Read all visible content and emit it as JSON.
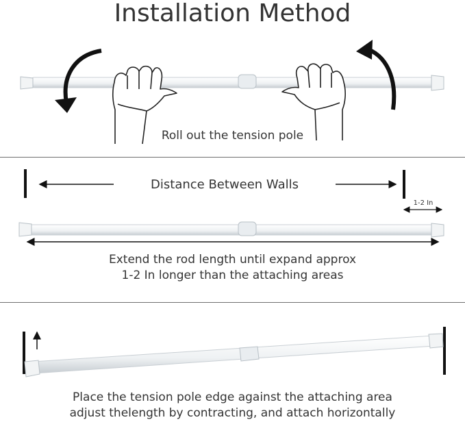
{
  "title": "Installation Method",
  "step1": {
    "caption": "Roll out the tension pole"
  },
  "step2": {
    "distance_label": "Distance Between Walls",
    "gap_label": "1-2 In",
    "caption_line1": "Extend the rod length until expand approx",
    "caption_line2": "1-2 In longer than the attaching areas"
  },
  "step3": {
    "caption_line1": "Place the tension pole edge against the attaching area",
    "caption_line2": "adjust thelength by contracting, and attach horizontally"
  },
  "colors": {
    "pole": "#f4f6f7",
    "pole_outline": "#c9cfd4",
    "wall": "#111111",
    "divider": "#6e6e6e"
  }
}
